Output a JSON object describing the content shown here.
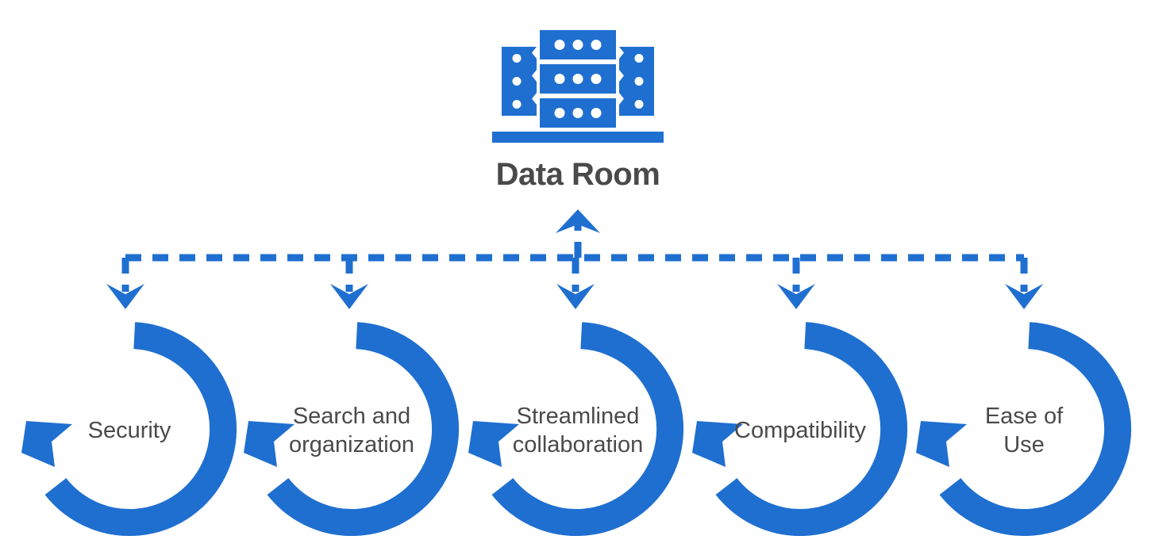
{
  "diagram": {
    "type": "hub-and-spoke",
    "title": "Data Room benefits diagram",
    "background_color": "#ffffff",
    "accent_color": "#1f6fd0",
    "text_color": "#4a4a4a"
  },
  "hub": {
    "label": "Data Room",
    "icon_name": "server-racks-icon",
    "icon_rows": 3,
    "icon_dots_per_center_block": 3,
    "icon_dots_per_side_block": 1
  },
  "connector": {
    "style": "dashed",
    "color": "#1f6fd0",
    "up_arrow_name": "arrow-up-to-hub",
    "branch_count": 5
  },
  "branches": [
    {
      "label": "Security",
      "lines": [
        "Security"
      ],
      "arrow_name": "arrow-down-security"
    },
    {
      "label": "Search and organization",
      "lines": [
        "Search and",
        "organization"
      ],
      "arrow_name": "arrow-down-search-and-organization"
    },
    {
      "label": "Streamlined collaboration",
      "lines": [
        "Streamlined",
        "collaboration"
      ],
      "arrow_name": "arrow-down-streamlined-collaboration"
    },
    {
      "label": "Compatibility",
      "lines": [
        "Compatibility"
      ],
      "arrow_name": "arrow-down-compatibility"
    },
    {
      "label": "Ease of Use",
      "lines": [
        "Ease of",
        "Use"
      ],
      "arrow_name": "arrow-down-ease-of-use"
    }
  ]
}
